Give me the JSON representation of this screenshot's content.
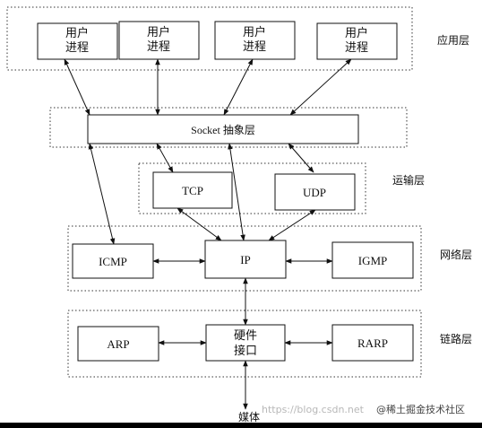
{
  "layers": {
    "application": "应用层",
    "transport": "运输层",
    "network": "网络层",
    "link": "链路层"
  },
  "nodes": {
    "user_process_1": [
      "用户",
      "进程"
    ],
    "user_process_2": [
      "用户",
      "进程"
    ],
    "user_process_3": [
      "用户",
      "进程"
    ],
    "user_process_4": [
      "用户",
      "进程"
    ],
    "socket": "Socket 抽象层",
    "tcp": "TCP",
    "udp": "UDP",
    "icmp": "ICMP",
    "ip": "IP",
    "igmp": "IGMP",
    "arp": "ARP",
    "hardware": [
      "硬件",
      "接口"
    ],
    "rarp": "RARP",
    "media": "媒体"
  },
  "watermark": {
    "url": "https://blog.csdn.net",
    "site": "@稀土掘金技术社区"
  }
}
